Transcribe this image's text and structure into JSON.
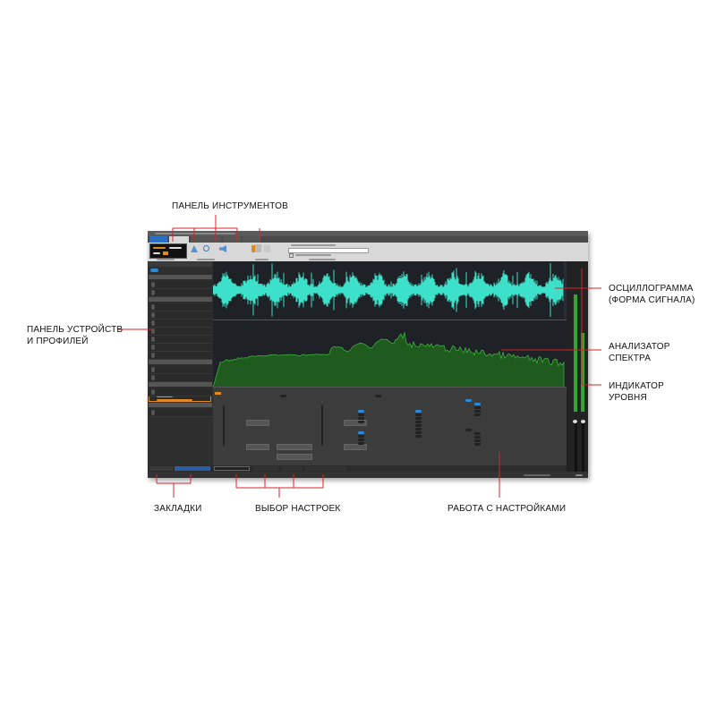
{
  "annotations": {
    "toolbar": "ПАНЕЛЬ ИНСТРУМЕНТОВ",
    "waveform_line1": "ОСЦИЛЛОГРАММА",
    "waveform_line2": "(ФОРМА СИГНАЛА)",
    "spectrum_line1": "АНАЛИЗАТОР",
    "spectrum_line2": "СПЕКТРА",
    "level_line1": "ИНДИКАТОР",
    "level_line2": "УРОВНЯ",
    "devices_line1": "ПАНЕЛЬ УСТРОЙСТВ",
    "devices_line2": "И ПРОФИЛЕЙ",
    "bookmarks": "ЗАКЛАДКИ",
    "settings_select": "ВЫБОР НАСТРОЕК",
    "settings_work": "РАБОТА С НАСТРОЙКАМИ"
  },
  "colors": {
    "annotation_line": "#d8232a",
    "waveform": "#3de0c8",
    "spectrum_fill": "#1f5a1f",
    "spectrum_line": "#3fbf3f",
    "level_meter": "#2fa82f",
    "accent": "#2a8ad8",
    "selected_profile": "#e08a1e"
  },
  "level_meter": {
    "left": 0.82,
    "right": 0.55
  }
}
